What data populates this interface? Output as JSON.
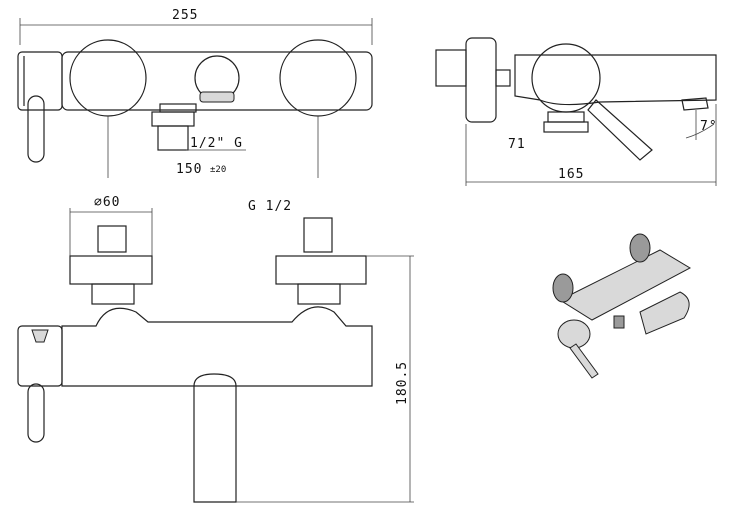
{
  "labels": {
    "overall_width": "255",
    "thread_top": "1/2\" G",
    "center_distance": "150",
    "center_tolerance": "±20",
    "depth_to_wall": "71",
    "side_depth": "165",
    "spout_angle": "7°",
    "flange_diameter": "⌀60",
    "thread_front": "G 1/2",
    "height": "180.5"
  }
}
